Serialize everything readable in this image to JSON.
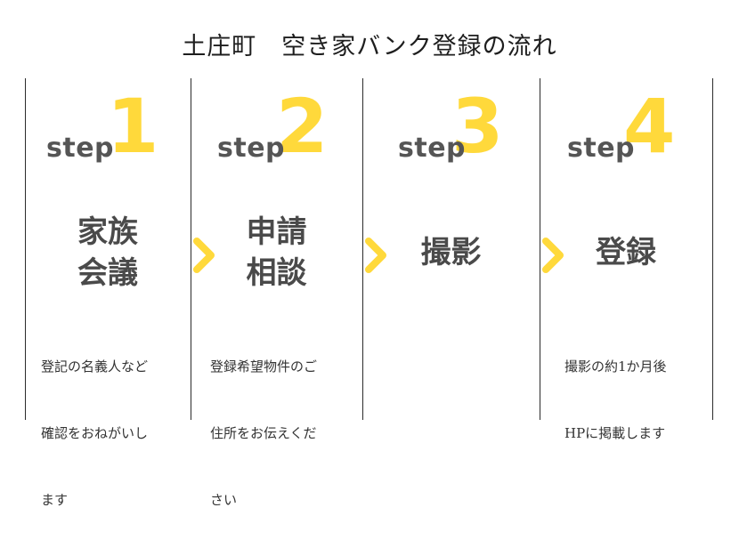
{
  "title": "土庄町　空き家バンク登録の流れ",
  "accent_color": "#ffd93b",
  "step_word": "step",
  "steps": [
    {
      "number": "1",
      "heading_lines": [
        "家族",
        "会議"
      ],
      "description_lines": [
        "登記の名義人など",
        "確認をおねがいし",
        "ます"
      ]
    },
    {
      "number": "2",
      "heading_lines": [
        "申請",
        "相談"
      ],
      "description_lines": [
        "登録希望物件のご",
        "住所をお伝えくだ",
        "さい"
      ]
    },
    {
      "number": "3",
      "heading_lines": [
        "撮影"
      ],
      "description_lines": []
    },
    {
      "number": "4",
      "heading_lines": [
        "登録"
      ],
      "description_lines": [
        "撮影の約1か月後",
        "HPに掲載します"
      ]
    }
  ],
  "arrow_icon": "chevron-right-icon"
}
